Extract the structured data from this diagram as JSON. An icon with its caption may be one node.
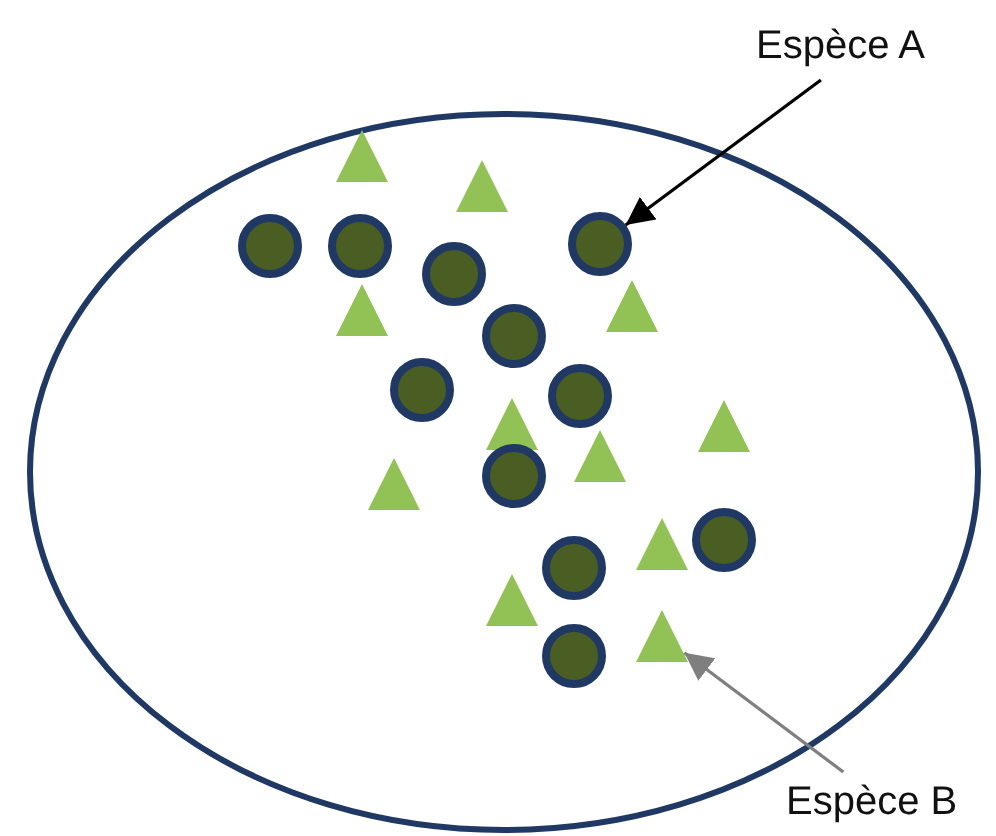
{
  "diagram": {
    "nodes": [
      {
        "text": [
          "Espèce A"
        ]
      },
      {
        "text": [],
        "shape": "triangle"
      },
      {
        "text": [],
        "shape": "triangle"
      },
      {
        "text": [],
        "shape": "circle"
      },
      {
        "text": [],
        "shape": "circle"
      },
      {
        "text": [],
        "shape": "circle"
      },
      {
        "text": [],
        "shape": "circle"
      },
      {
        "text": [],
        "shape": "triangle"
      },
      {
        "text": [],
        "shape": "triangle"
      },
      {
        "text": [],
        "shape": "circle"
      },
      {
        "text": [],
        "shape": "circle"
      },
      {
        "text": [],
        "shape": "circle"
      },
      {
        "text": [],
        "shape": "triangle"
      },
      {
        "text": [],
        "shape": "triangle"
      },
      {
        "text": [],
        "shape": "triangle"
      },
      {
        "text": [],
        "shape": "circle"
      },
      {
        "text": [],
        "shape": "triangle"
      },
      {
        "text": [],
        "shape": "circle"
      },
      {
        "text": [],
        "shape": "triangle"
      },
      {
        "text": [],
        "shape": "circle"
      },
      {
        "text": [],
        "shape": "triangle"
      },
      {
        "text": [],
        "shape": "triangle"
      },
      {
        "text": [],
        "shape": "circle"
      },
      {
        "text": [
          "Espèce B"
        ]
      }
    ],
    "edges": [
      {
        "from": 0,
        "to": 5,
        "arrow": "to"
      },
      {
        "from": 23,
        "to": 21,
        "arrow": "to",
        "color": "#7f7f7f"
      }
    ]
  }
}
